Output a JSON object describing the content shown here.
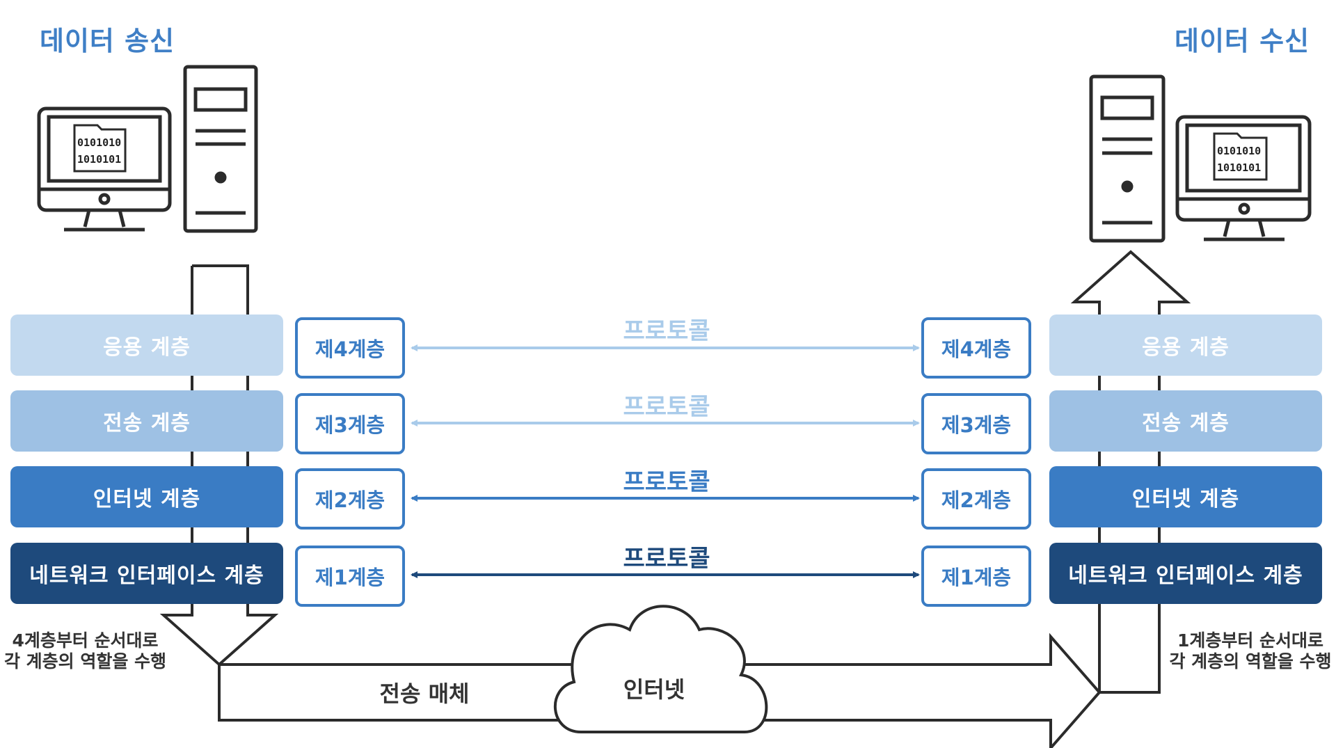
{
  "sender_title": "데이터 송신",
  "receiver_title": "데이터 수신",
  "layers": [
    {
      "name": "응용 계층",
      "level": "제4계층"
    },
    {
      "name": "전송 계층",
      "level": "제3계층"
    },
    {
      "name": "인터넷 계층",
      "level": "제2계층"
    },
    {
      "name": "네트워크 인터페이스 계층",
      "level": "제1계층"
    }
  ],
  "protocol_label": "프로토콜",
  "sender_note": [
    "4계층부터 순서대로",
    "각 계층의 역할을 수행"
  ],
  "receiver_note": [
    "1계층부터 순서대로",
    "각 계층의 역할을 수행"
  ],
  "medium_label": "전송 매체",
  "internet_label": "인터넷",
  "screen_binary": [
    "0101010",
    "1010101"
  ],
  "colors": {
    "title": "#3f7fc6",
    "layer4": "#c2d9ef",
    "layer3": "#9ec1e4",
    "layer2": "#3a7cc4",
    "layer1": "#1e4a7c",
    "protocol4": "#a9cbea",
    "protocol3": "#a9cbea",
    "protocol2": "#3a7cc4",
    "protocol1": "#1e4a7c"
  }
}
